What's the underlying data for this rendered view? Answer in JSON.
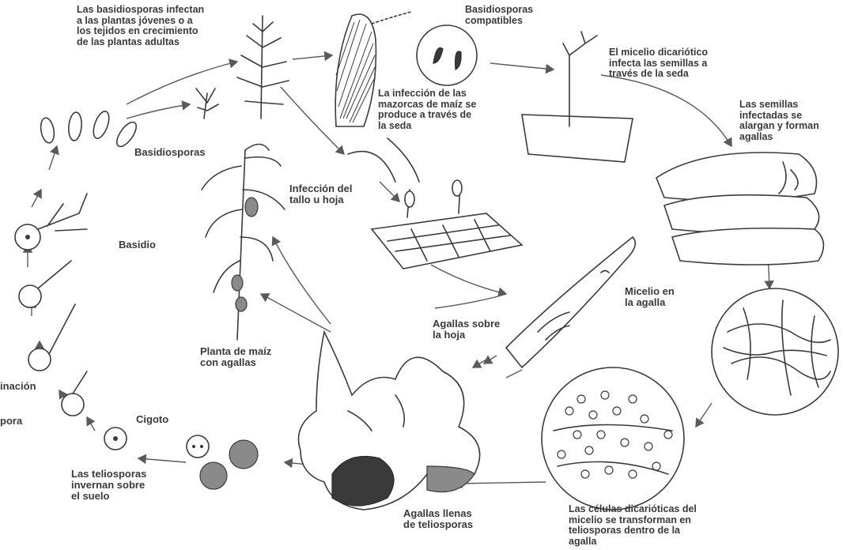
{
  "labels": {
    "basidiosporas_infectan": "Las basidiosporas infectan\na las plantas jóvenes o a\nlos tejidos en crecimiento\nde las plantas adultas",
    "basidiosporas_compatibles": "Basidiosporas\ncompatibles",
    "micelio_dicariotico": "El micelio dicariótico\ninfecta las semillas a\ntravés de la seda",
    "infeccion_mazorcas": "La infección de las\nmazorcas de maíz se\nproduce a través de\nla seda",
    "semillas_infectadas": "Las semillas\ninfectadas se\nalargan y forman\nagallas",
    "basidiosporas": "Basidiosporas",
    "infeccion_tallo": "Infección del\ntallo u hoja",
    "basidio": "Basidio",
    "micelio_agalla": "Micelio en\nla agalla",
    "agallas_hoja": "Agallas sobre\nla hoja",
    "planta_maiz": "Planta de maíz\ncon agallas",
    "germinacion": "inación",
    "espora": "pora",
    "cigoto": "Cigoto",
    "teliosporas_invernan": "Las teliosporas\ninvernan sobre\nel suelo",
    "agallas_llenas": "Agallas llenas\nde teliosporas",
    "celulas_dicarioticas": "Las células dicarióticas del\nmicelio se transforman en\nteliosporas dentro de la\nagalla"
  }
}
